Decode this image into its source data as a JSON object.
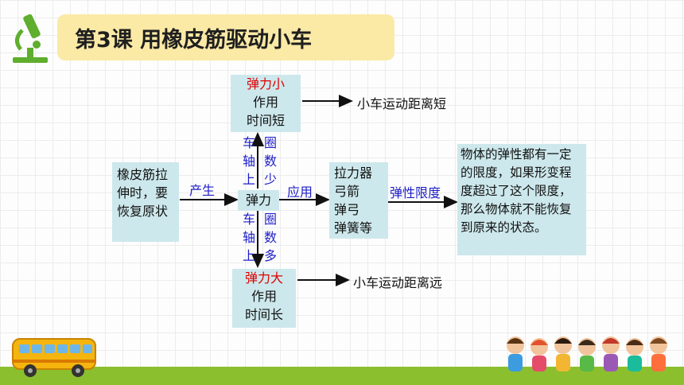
{
  "title": "第3课 用橡皮筋驱动小车",
  "diagram": {
    "start_box": "橡皮筋拉伸时，要恢复原状",
    "produce_label": "产生",
    "center_box": "弹力",
    "apply_label": "应用",
    "tools_box": [
      "拉力器",
      "弓箭",
      "弹弓",
      "弹簧等"
    ],
    "elastic_limit_label": "弹性限度",
    "limit_box": "物体的弹性都有一定的限度，如果形变程度超过了这个限度，那么物体就不能恢复到原来的状态。",
    "top_box": {
      "force": "弹力小",
      "time1": "作用",
      "time2": "时间短"
    },
    "top_left_label": "车轴上",
    "top_right_label": "圈数少",
    "top_result": "小车运动距离短",
    "bottom_box": {
      "force": "弹力大",
      "time1": "作用",
      "time2": "时间长"
    },
    "bottom_left_label": "车轴上",
    "bottom_right_label": "圈数多",
    "bottom_result": "小车运动距离远"
  }
}
